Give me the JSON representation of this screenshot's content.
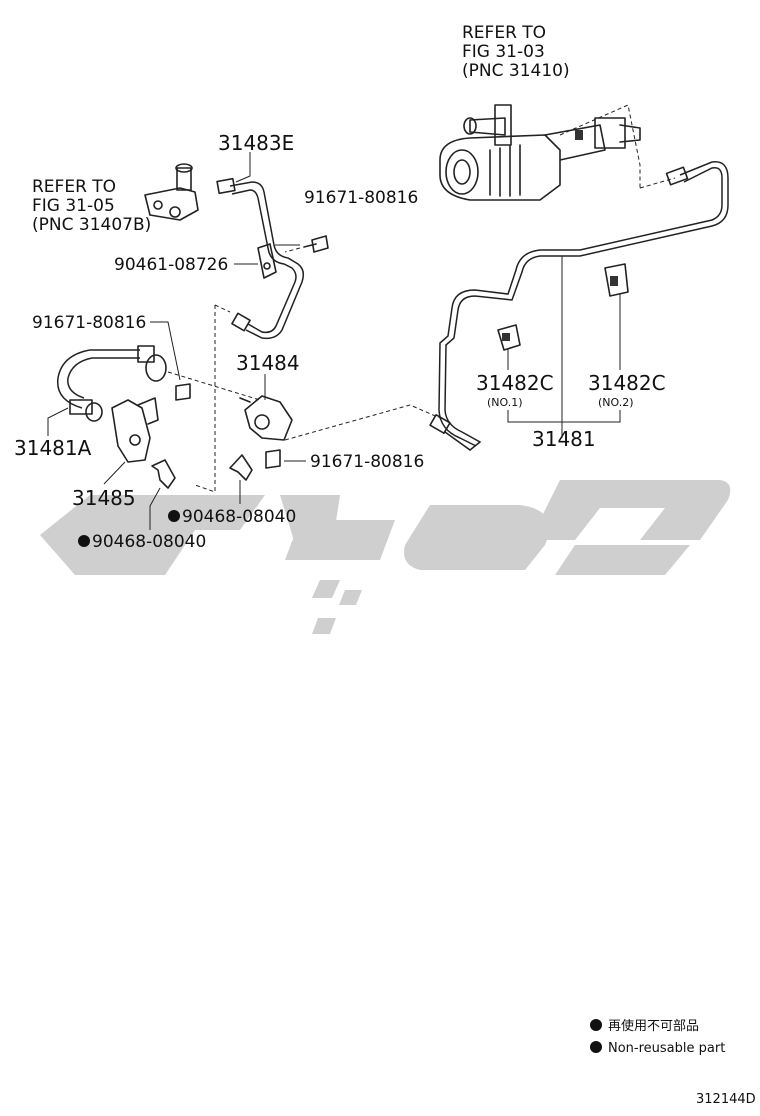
{
  "labels": {
    "ref_3103_l1": "REFER TO",
    "ref_3103_l2": "FIG 31-03",
    "ref_3103_l3": "(PNC 31410)",
    "ref_3105_l1": "REFER TO",
    "ref_3105_l2": "FIG 31-05",
    "ref_3105_l3": "(PNC 31407B)",
    "p31483E": "31483E",
    "p91671_a": "91671-80816",
    "p90461": "90461-08726",
    "p91671_b": "91671-80816",
    "p31484": "31484",
    "p31481A": "31481A",
    "p31485": "31485",
    "p91671_c": "91671-80816",
    "p90468_a": "90468-08040",
    "p90468_b": "90468-08040",
    "p31482C_1": "31482C",
    "p31482C_1_sub": "(NO.1)",
    "p31482C_2": "31482C",
    "p31482C_2_sub": "(NO.2)",
    "p31481": "31481"
  },
  "legend": {
    "cn": "再使用不可部品",
    "en": "Non-reusable part"
  },
  "figure_code": "312144D"
}
